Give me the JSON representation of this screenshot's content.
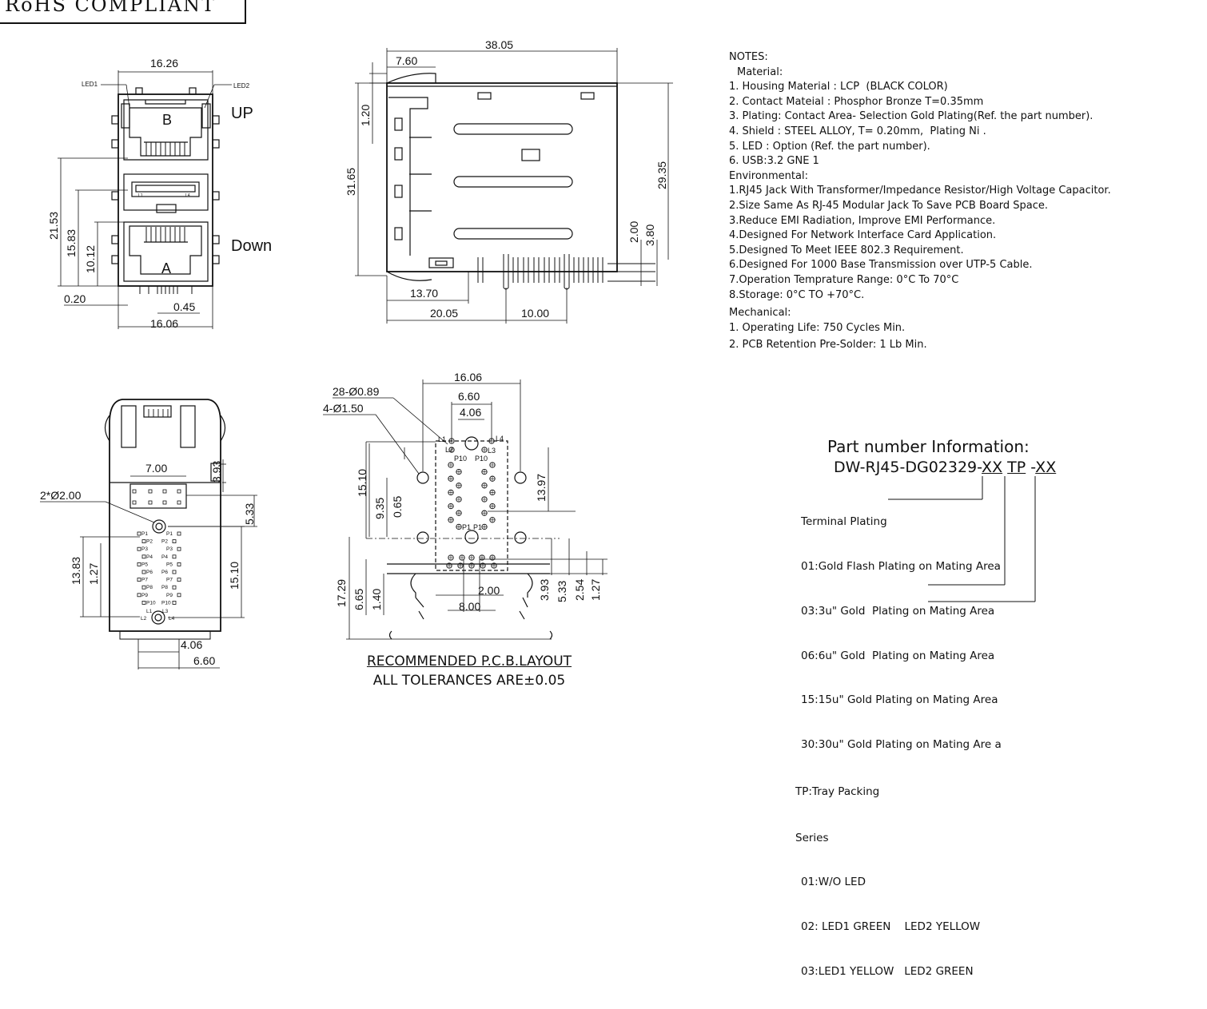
{
  "rohs": "RoHS COMPLIANT",
  "front_view": {
    "labels": {
      "led1": "LED1",
      "led2": "LED2",
      "up": "UP",
      "down": "Down",
      "b": "B",
      "a": "A",
      "l1": "L1",
      "l4": "L4"
    },
    "dims": {
      "width_top": "16.26",
      "height_total": "21.53",
      "h2": "15.83",
      "h3": "10.12",
      "offset": "0.20",
      "pin": "0.45",
      "width_bottom": "16.06"
    }
  },
  "side_view": {
    "dims": {
      "length": "38.05",
      "front": "7.60",
      "top": "1.20",
      "height": "31.65",
      "body_height": "29.35",
      "d1": "2.00",
      "d2": "3.80",
      "d3": "13.70",
      "d4": "20.05",
      "d5": "10.00"
    }
  },
  "bottom_view": {
    "dims": {
      "w700": "7.00",
      "holes": "2*Ø2.00",
      "d393": "3.93",
      "d533": "5.33",
      "d1383": "13.83",
      "d127": "1.27",
      "d1510": "15.10",
      "d406": "4.06",
      "d660": "6.60"
    },
    "pins_left": [
      "P1",
      "P2",
      "P3",
      "P4",
      "P5",
      "P6",
      "P7",
      "P8",
      "P9",
      "P10"
    ],
    "pins_right": [
      "P1",
      "P2",
      "P3",
      "P4",
      "P5",
      "P6",
      "P7",
      "P8",
      "P9",
      "P10"
    ],
    "led_pins": [
      "L1",
      "L2",
      "L3",
      "L4"
    ]
  },
  "pcb_layout": {
    "dims": {
      "w1606": "16.06",
      "w660": "6.60",
      "w406": "4.06",
      "holes_small": "28-Ø0.89",
      "holes_big": "4-Ø1.50",
      "h1510": "15.10",
      "h935": "9.35",
      "h065": "0.65",
      "h1397": "13.97",
      "h1729": "17.29",
      "h665": "6.65",
      "h140": "1.40",
      "w200": "2.00",
      "w800": "8.00",
      "h393": "3.93",
      "h533": "5.33",
      "h254": "2.54",
      "h127": "1.27"
    },
    "pin_labels": {
      "l1": "L1",
      "l2": "L2",
      "l3": "L3",
      "l4": "L4",
      "p10a": "P10",
      "p10b": "P10",
      "p1a": "P1",
      "p1b": "P1"
    },
    "caption": "RECOMMENDED P.C.B.LAYOUT",
    "tolerance": "ALL TOLERANCES ARE±0.05"
  },
  "notes": {
    "title": "NOTES:",
    "material_title": "Material:",
    "material": [
      "1. Housing Material : LCP  (BLACK COLOR)",
      "2. Contact Mateial : Phosphor Bronze T=0.35mm",
      "3. Plating: Contact Area- Selection Gold Plating(Ref. the part number).",
      "4. Shield : STEEL ALLOY, T= 0.20mm,  Plating Ni .",
      "5. LED : Option (Ref. the part number).",
      "6. USB:3.2 GNE 1"
    ],
    "environmental_title": "Environmental:",
    "environmental": [
      "1.RJ45 Jack With Transformer/Impedance Resistor/High Voltage Capacitor.",
      "2.Size Same As RJ-45 Modular Jack To Save PCB Board Space.",
      "3.Reduce EMI Radiation, Improve EMI Performance.",
      "4.Designed For Network Interface Card Application.",
      "5.Designed To Meet IEEE 802.3 Requirement.",
      "6.Designed For 1000 Base Transmission over UTP-5 Cable.",
      "7.Operation Temprature Range: 0°C To 70°C",
      "8.Storage: 0°C TO +70°C."
    ],
    "mechanical_title": "Mechanical:",
    "mechanical": [
      "1. Operating Life: 750 Cycles Min.",
      "2. PCB Retention Pre-Solder: 1 Lb Min."
    ]
  },
  "part_number": {
    "title": "Part number  Information:",
    "prefix": "DW-RJ45-DG02329-",
    "xx1": "XX",
    "tp": "TP",
    "dash": " -",
    "xx2": "XX",
    "terminal_title": "Terminal Plating",
    "terminal": [
      "01:Gold Flash Plating on Mating Area",
      "03:3u\" Gold  Plating on Mating Area",
      "06:6u\" Gold  Plating on Mating Area",
      "15:15u\" Gold Plating on Mating Area",
      "30:30u\" Gold Plating on Mating Are a"
    ],
    "tp_label": "TP:Tray Packing",
    "series_title": "Series",
    "series": [
      "01:W/O LED",
      "02: LED1 GREEN    LED2 YELLOW",
      "03:LED1 YELLOW   LED2 GREEN"
    ]
  }
}
